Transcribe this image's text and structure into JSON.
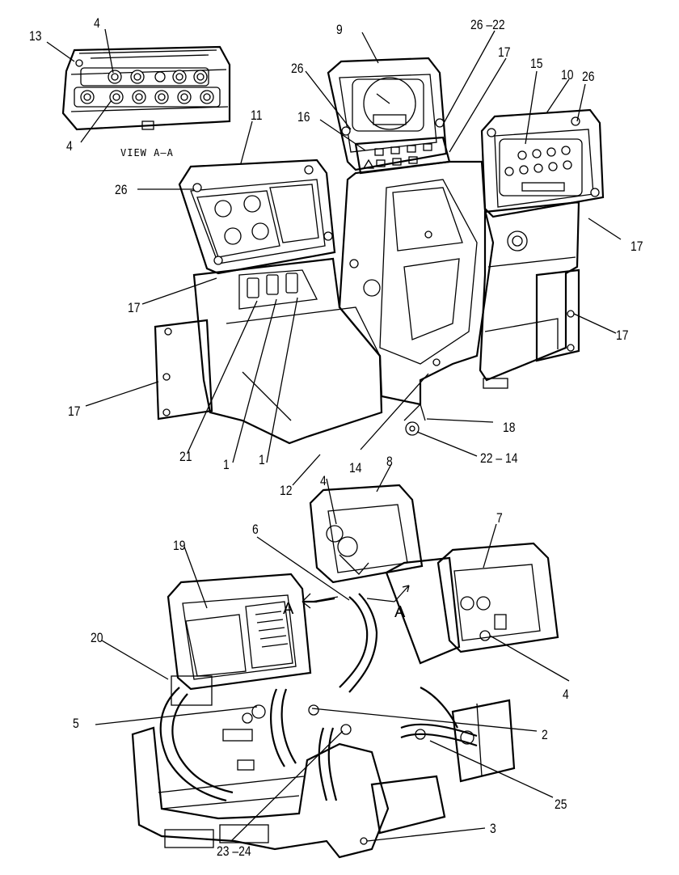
{
  "labels": {
    "l13": "13",
    "l4a": "4",
    "l4b": "4",
    "l9": "9",
    "l26_22": "26 –22",
    "l17a": "17",
    "l26a": "26",
    "l15": "15",
    "l10": "10",
    "l26b": "26",
    "l11": "11",
    "l16": "16",
    "l26c": "26",
    "l17b": "17",
    "l17c": "17",
    "l17d": "17",
    "l17e": "17",
    "l18": "18",
    "l21": "21",
    "l1a": "1",
    "l1b": "1",
    "l22_14": "22 – 14",
    "l14": "14",
    "l12": "12",
    "l8": "8",
    "l4c": "4",
    "l6": "6",
    "l7": "7",
    "l19": "19",
    "l20": "20",
    "l4d": "4",
    "l5": "5",
    "l2": "2",
    "l25": "25",
    "l3": "3",
    "l23_24": "23 –24"
  },
  "view_label": "VIEW A–A",
  "section_marks": {
    "a1": "A",
    "a2": "A"
  }
}
